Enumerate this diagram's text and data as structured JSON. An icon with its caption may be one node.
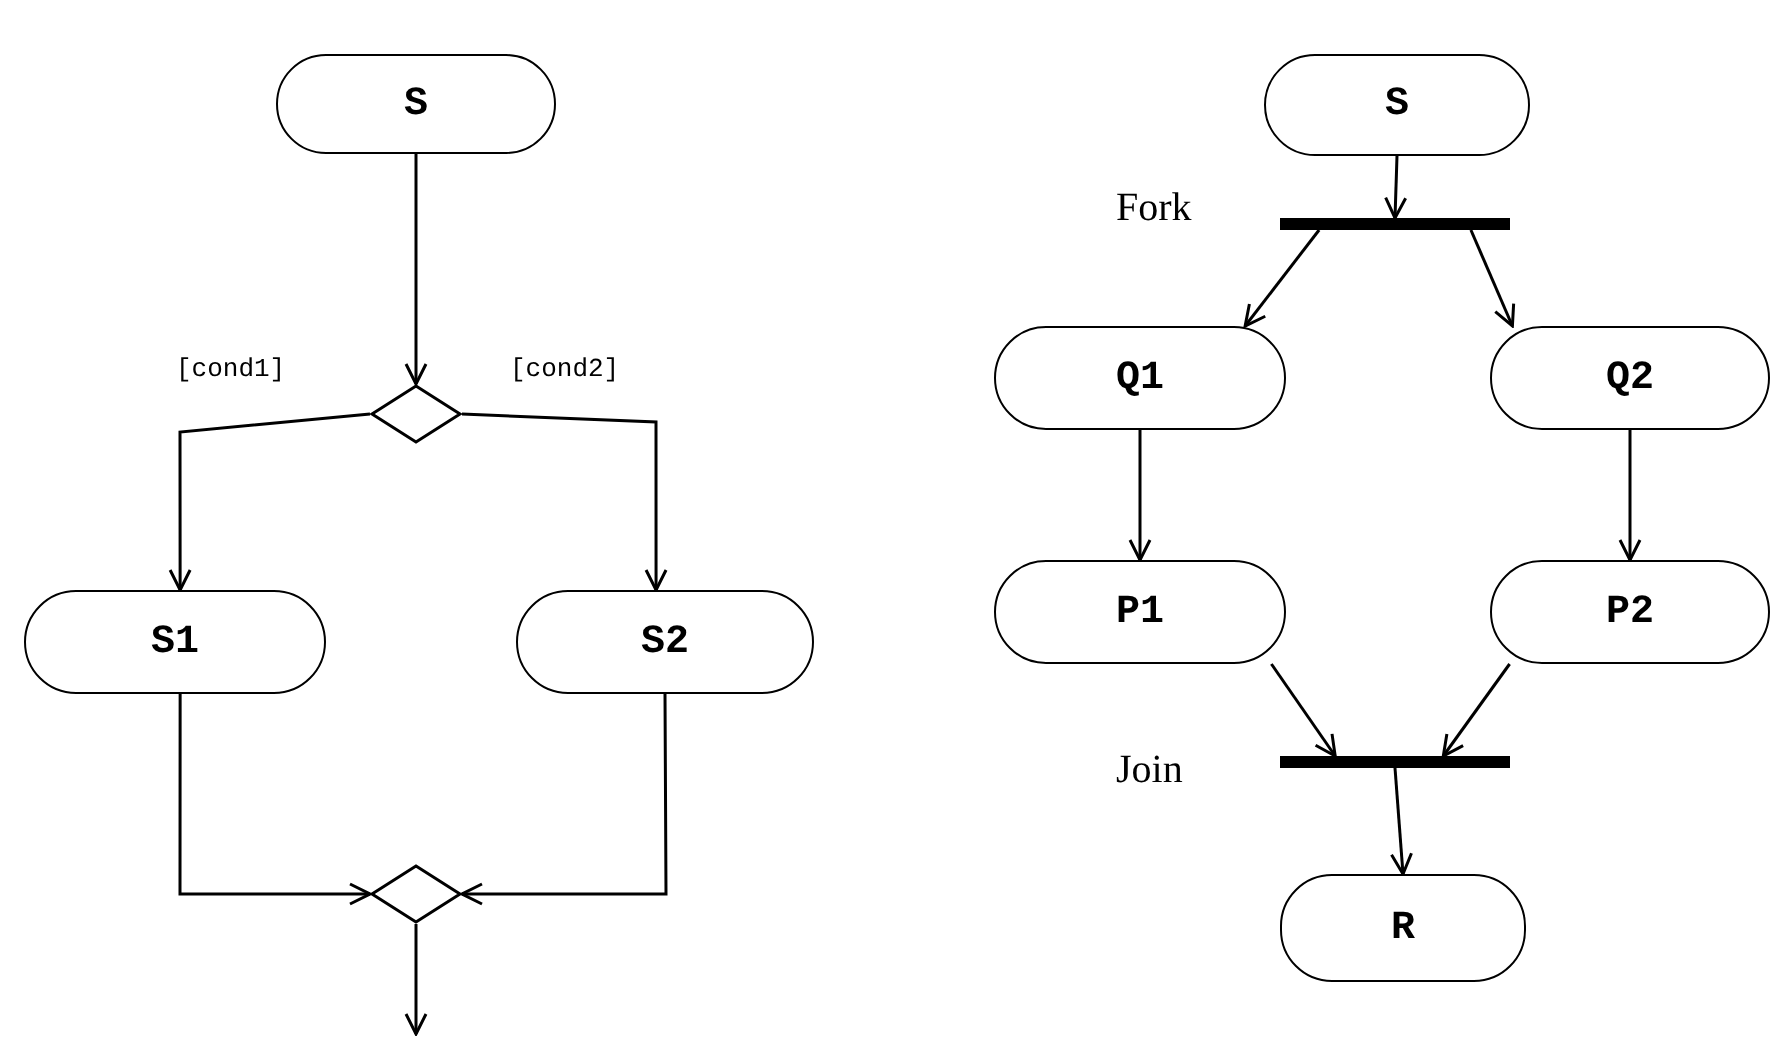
{
  "diagram": {
    "nodes": [
      {
        "text": [
          "S"
        ]
      },
      {
        "text": [],
        "shape": "diamond"
      },
      {
        "text": [
          "S1"
        ]
      },
      {
        "text": [
          "S2"
        ]
      },
      {
        "text": [],
        "shape": "diamond"
      },
      {
        "text": [
          "S"
        ]
      },
      {
        "text": [],
        "shape": "bar",
        "beside": [
          "Fork"
        ]
      },
      {
        "text": [
          "Q1"
        ]
      },
      {
        "text": [
          "Q2"
        ]
      },
      {
        "text": [
          "P1"
        ]
      },
      {
        "text": [
          "P2"
        ]
      },
      {
        "text": [],
        "shape": "bar",
        "beside": [
          "Join"
        ]
      },
      {
        "text": [
          "R"
        ]
      }
    ],
    "edges": [
      {
        "from": 0,
        "to": 1,
        "arrow": "to"
      },
      {
        "from": 1,
        "to": 2,
        "arrow": "to",
        "label": "[cond1]"
      },
      {
        "from": 1,
        "to": 3,
        "arrow": "to",
        "label": "[cond2]"
      },
      {
        "from": 2,
        "to": 4,
        "arrow": "to"
      },
      {
        "from": 3,
        "to": 4,
        "arrow": "to"
      },
      {
        "from": 4,
        "to": null,
        "arrow": "to"
      },
      {
        "from": 5,
        "to": 6,
        "arrow": "to"
      },
      {
        "from": 6,
        "to": 7,
        "arrow": "to"
      },
      {
        "from": 6,
        "to": 8,
        "arrow": "to"
      },
      {
        "from": 7,
        "to": 9,
        "arrow": "to"
      },
      {
        "from": 8,
        "to": 10,
        "arrow": "to"
      },
      {
        "from": 9,
        "to": 11,
        "arrow": "to"
      },
      {
        "from": 10,
        "to": 11,
        "arrow": "to"
      },
      {
        "from": 11,
        "to": 12,
        "arrow": "to"
      }
    ]
  }
}
